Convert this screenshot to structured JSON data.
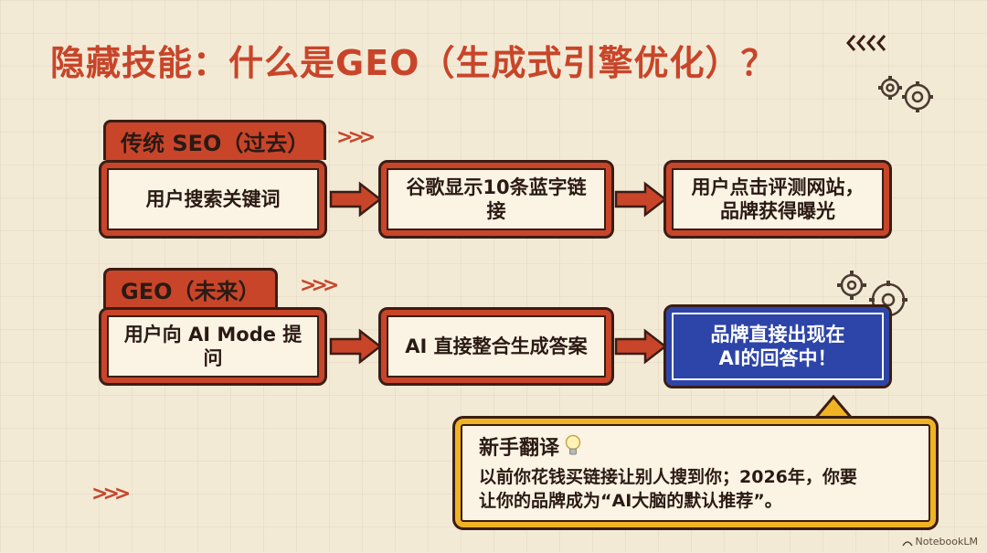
{
  "title": "隐藏技能：什么是GEO（生成式引擎优化）？",
  "rows": [
    {
      "tag": "传统 SEO（过去）",
      "steps": [
        {
          "text": "用户搜索关键词"
        },
        {
          "text": "谷歌显示10条蓝字链接"
        },
        {
          "text_line1": "用户点击评测网站，",
          "text_line2": "品牌获得曝光"
        }
      ]
    },
    {
      "tag": "GEO（未来）",
      "steps": [
        {
          "text": "用户向 AI Mode 提问"
        },
        {
          "text": "AI 直接整合生成答案"
        },
        {
          "text_line1": "品牌直接出现在",
          "text_line2": "AI的回答中！"
        }
      ]
    }
  ],
  "callout": {
    "title": "新手翻译",
    "icon": "lightbulb-icon",
    "line1": "以前你花钱买链接让别人搜到你；2026年，你要",
    "line2": "让你的品牌成为“AI大脑的默认推荐”。"
  },
  "watermark": "NotebookLM",
  "colors": {
    "accent": "#c8452a",
    "highlight": "#2d44a8",
    "callout_border": "#f0b323",
    "background": "#f3ead6",
    "outline": "#3a1d14"
  }
}
